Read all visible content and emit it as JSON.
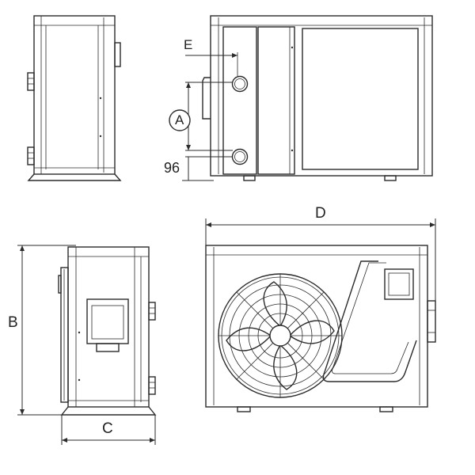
{
  "dimension_labels": {
    "e": "E",
    "a": "A",
    "height_96": "96",
    "b": "B",
    "c": "C",
    "d": "D"
  },
  "colors": {
    "line": "#2b2b2b",
    "background": "#ffffff"
  }
}
